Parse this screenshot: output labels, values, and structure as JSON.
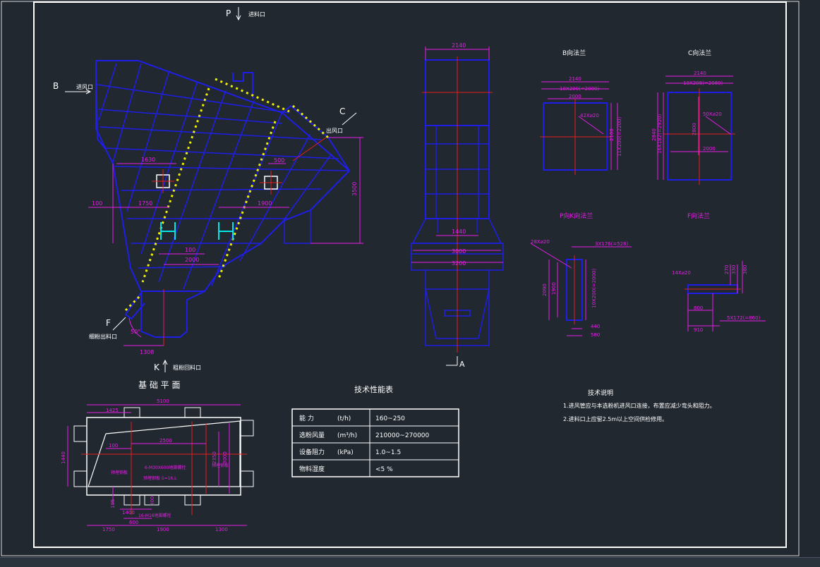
{
  "colors": {
    "background": "#212830",
    "frame": "#ffffff",
    "outline": "#1e1ee6",
    "dimension": "#e61ee6",
    "center": "#e61e1e",
    "text": "#ffffff",
    "accent_yellow": "#f0f000",
    "accent_cyan": "#00e6e6"
  },
  "views": {
    "arrow_p": "P",
    "label_p": "进料口",
    "arrow_b": "B",
    "label_b": "进风口",
    "arrow_c": "C",
    "label_c": "出风口",
    "arrow_f": "F",
    "label_f": "细粉出料口",
    "arrow_k": "K",
    "label_k": "粗粉回料口",
    "arrow_a": "A",
    "title_b": "B向法兰",
    "title_c": "C向法兰",
    "title_pk": "P向K向法兰",
    "title_f": "F向法兰"
  },
  "main_dims": {
    "d1630": "1630",
    "d500": "500",
    "d100a": "100",
    "d1750": "1750",
    "d1900": "1900",
    "d3500": "3500",
    "d100b": "100",
    "d2000": "2000",
    "d1308": "1308",
    "angle": "50°"
  },
  "side_dims": {
    "top": "2140",
    "d1440": "1440",
    "d3000": "3000",
    "d3200": "3200"
  },
  "flange_b": {
    "d2140": "2140",
    "d10x200": "10X200(=2000)",
    "d2000": "2000",
    "holes": "42X⌀20",
    "v2100": "2100",
    "v11x200": "11X200(=2200)"
  },
  "flange_c": {
    "d2140": "2140",
    "d10x208": "10X208(=2080)",
    "holes": "50X⌀20",
    "v2840": "2840",
    "v16x182": "16X182(=2920)",
    "v2800": "2800",
    "h2000": "2000"
  },
  "flange_pk": {
    "holes": "28X⌀20",
    "d3x176": "3X176(=528)",
    "v2090": "2090",
    "v1900": "1900",
    "v10x200": "10X200(=2000)",
    "d440": "440",
    "d580": "580"
  },
  "flange_f": {
    "holes": "14X⌀20",
    "v270": "270",
    "v330": "330",
    "v380": "380",
    "d800": "800",
    "d910": "910",
    "d5x172": "5X172(=860)"
  },
  "foundation": {
    "title": "基 础 平 面",
    "d5100": "5100",
    "d1425": "1425",
    "d100": "100",
    "d2500": "2500",
    "d1440": "1440",
    "d2350": "2350",
    "d3000": "3000",
    "d105": "105",
    "d1400": "1400",
    "d600": "600",
    "d300": "300",
    "d1750": "1750",
    "d1900": "1900",
    "d1300": "1300",
    "note1": "6-M30X600地脚螺栓",
    "note2": "预埋钢板 δ=16,L",
    "note3": "16-M16地脚螺栓",
    "note4": "预埋钢板",
    "note5": "预埋钢板"
  },
  "spec_table": {
    "title": "技术性能表",
    "rows": [
      {
        "label": "能    力",
        "unit": "(t/h)",
        "value": "160~250"
      },
      {
        "label": "选粉风量",
        "unit": "(m³/h)",
        "value": "210000~270000"
      },
      {
        "label": "设备阻力",
        "unit": "(kPa)",
        "value": "1.0~1.5"
      },
      {
        "label": "物料湿度",
        "unit": "",
        "value": "<5 %"
      }
    ]
  },
  "tech_notes": {
    "title": "技术说明",
    "line1": "1.进风管应与本选粉机进风口连接，布置应减少弯头和阻力。",
    "line2": "2.进料口上应留2.5m以上空间供检修用。"
  }
}
